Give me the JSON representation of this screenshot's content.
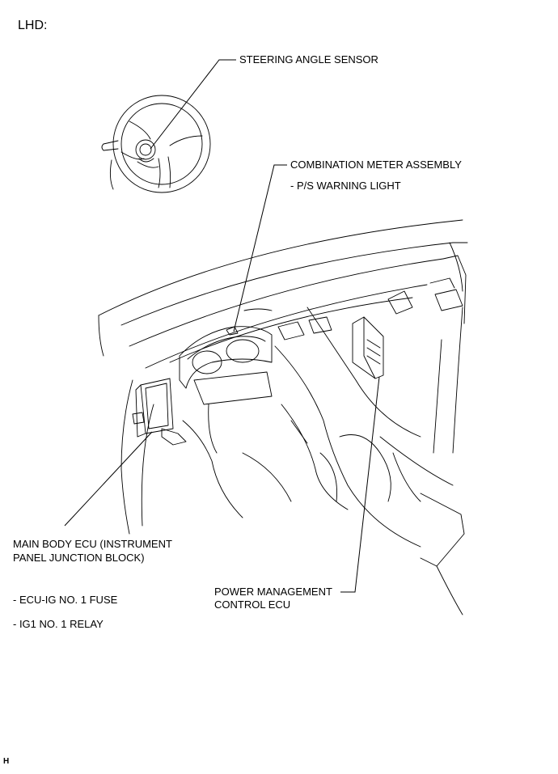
{
  "header": {
    "title": "LHD:"
  },
  "labels": {
    "steering_angle_sensor": "STEERING ANGLE SENSOR",
    "combination_meter": "COMBINATION METER ASSEMBLY",
    "ps_warning_light": "- P/S WARNING LIGHT",
    "main_body_ecu_line1": "MAIN BODY ECU (INSTRUMENT",
    "main_body_ecu_line2": "PANEL JUNCTION BLOCK)",
    "ecu_ig_fuse": "- ECU-IG NO. 1 FUSE",
    "ig1_relay": "- IG1 NO. 1 RELAY",
    "power_mgmt_line1": "POWER MANAGEMENT",
    "power_mgmt_line2": "CONTROL ECU"
  },
  "footer": {
    "mark": "H"
  }
}
